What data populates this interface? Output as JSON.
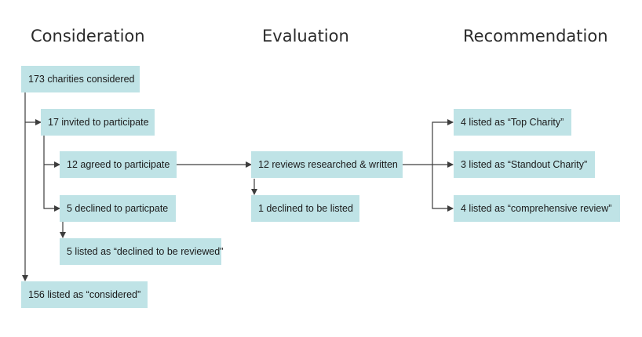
{
  "columns": {
    "consideration": "Consideration",
    "evaluation": "Evaluation",
    "recommendation": "Recommendation"
  },
  "nodes": {
    "considered": "173 charities considered",
    "invited": "17 invited to participate",
    "agreed": "12 agreed to participate",
    "declined": "5 declined to particpate",
    "declined_reviewed": "5 listed as “declined to be reviewed”",
    "listed_considered": "156 listed as “considered”",
    "reviews": "12 reviews researched & written",
    "declined_listed": "1 declined to be listed",
    "top": "4 listed as “Top Charity”",
    "standout": "3 listed as “Standout Charity”",
    "comprehensive": "4 listed as “comprehensive review”"
  },
  "colors": {
    "box_fill": "#bfe3e6",
    "connector": "#3d3d3d",
    "heading": "#2b2b2b"
  }
}
